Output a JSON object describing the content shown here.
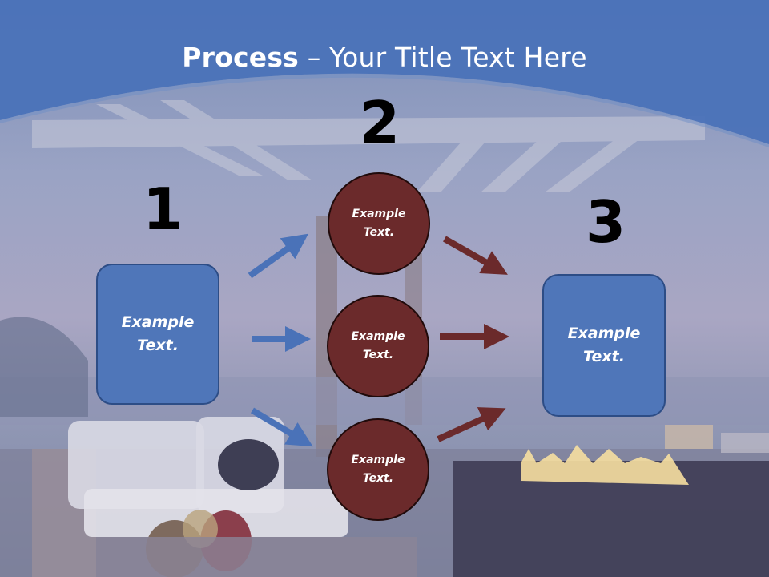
{
  "title": {
    "bold": "Process",
    "rest": " – Your Title Text Here"
  },
  "steps": [
    {
      "number": "1",
      "text": "Example\nText."
    },
    {
      "number": "2"
    },
    {
      "number": "3",
      "text": "Example\nText."
    }
  ],
  "circles": [
    {
      "text": "Example\nText."
    },
    {
      "text": "Example\nText."
    },
    {
      "text": "Example\nText."
    }
  ],
  "colors": {
    "title_band": "#4a72b8",
    "box_fill": "#4f76b9",
    "circle_fill": "#6b2a2b",
    "blue_arrow": "#4a72b8",
    "red_arrow": "#6b2a2b"
  }
}
